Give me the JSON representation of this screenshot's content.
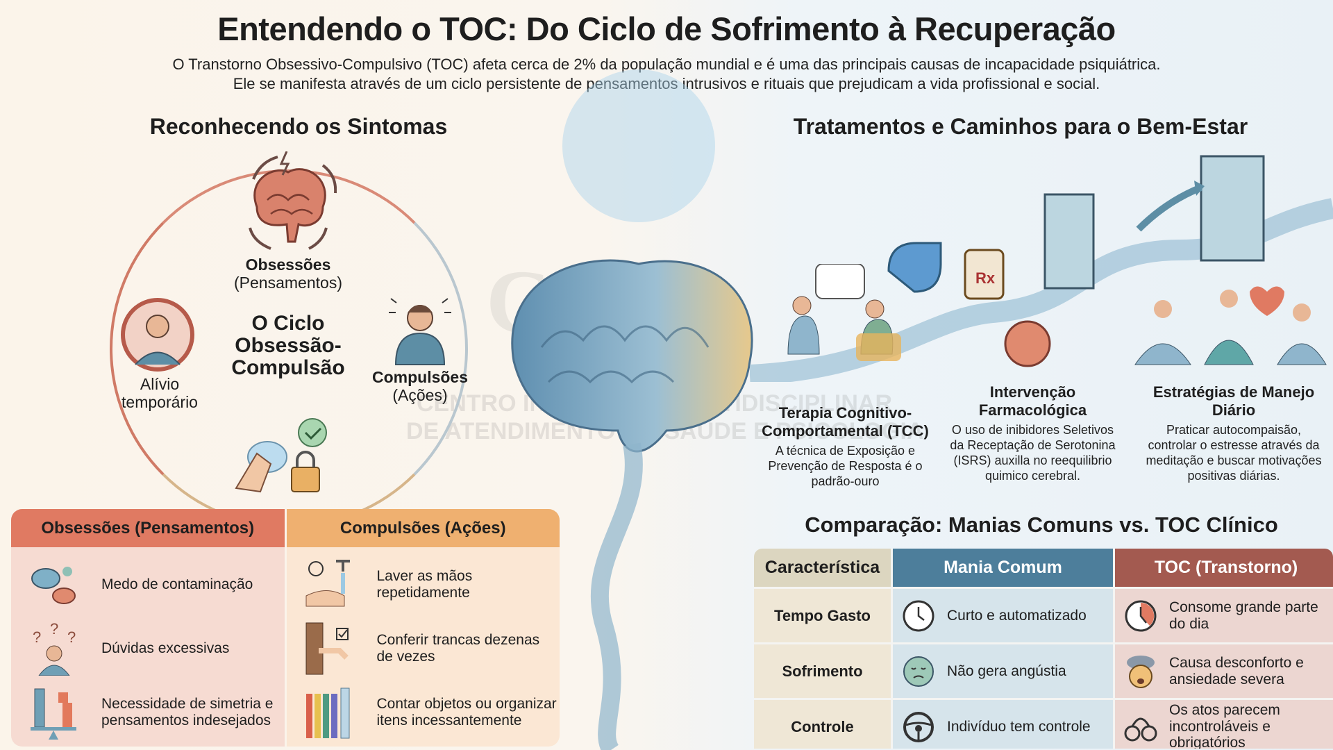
{
  "header": {
    "title": "Entendendo o TOC: Do Ciclo de Sofrimento à Recuperação",
    "subtitle_line1": "O Transtorno Obsessivo-Compulsivo (TOC) afeta cerca de 2% da população mundial e é uma das principais causas de incapacidade psiquiátrica.",
    "subtitle_line2": "Ele se manifesta através de um ciclo persistente de pensamentos intrusivos e rituais que prejudicam a vida profissional e social."
  },
  "symptoms": {
    "heading": "Reconhecendo os Sintomas",
    "cycle": {
      "center_line1": "O Ciclo",
      "center_line2": "Obsessão-",
      "center_line3": "Compulsão",
      "obsessions_title": "Obsessões",
      "obsessions_sub": "(Pensamentos)",
      "compulsions_title": "Compulsões",
      "compulsions_sub": "(Ações)",
      "relief_line1": "Alívio",
      "relief_line2": "temporário"
    },
    "table": {
      "obsessions_header": "Obsessões (Pensamentos)",
      "compulsions_header": "Compulsões (Ações)",
      "obsessions": [
        "Medo de contaminação",
        "Dúvidas excessivas",
        "Necessidade de simetria e pensamentos indesejados"
      ],
      "compulsions": [
        "Laver as mãos repetidamente",
        "Conferir trancas dezenas de vezes",
        "Contar objetos ou organizar itens incessantemente"
      ]
    }
  },
  "treatments": {
    "heading": "Tratamentos e Caminhos para o Bem-Estar",
    "items": [
      {
        "title": "Terapia Cognitivo-Comportamental (TCC)",
        "desc": "A técnica de Exposição e Prevenção de Resposta é o padrão-ouro"
      },
      {
        "title": "Intervenção Farmacológica",
        "desc": "O uso de inibidores Seletivos da Receptação de Serotonina (ISRS) auxilla no reequilibrio quimico cerebral."
      },
      {
        "title": "Estratégias de Manejo Diário",
        "desc": "Praticar autocompaisão, controlar o estresse através da meditação e buscar motivações positivas diárias."
      }
    ]
  },
  "comparison": {
    "heading": "Comparação: Manias Comuns vs. TOC Clínico",
    "columns": [
      "Característica",
      "Mania Comum",
      "TOC (Transtorno)"
    ],
    "rows": [
      {
        "feature": "Tempo Gasto",
        "common": "Curto e automatizado",
        "ocd": "Consome grande parte do dia"
      },
      {
        "feature": "Sofrimento",
        "common": "Não gera angústia",
        "ocd": "Causa desconforto e ansiedade severa"
      },
      {
        "feature": "Controle",
        "common": "Indivíduo tem controle",
        "ocd": "Os atos parecem incontroláveis e obrigatórios"
      }
    ]
  },
  "watermark": {
    "logo": "CIMP",
    "line1": "CENTRO INTEGRADO MULTIDISCIPLINAR",
    "line2": "DE ATENDIMENTO EM SAÚDE E PSICOLOGIA"
  },
  "colors": {
    "obsession_red": "#e07a62",
    "compulsion_orange": "#efb070",
    "common_blue": "#4d7e9b",
    "ocd_red": "#a35a50"
  }
}
